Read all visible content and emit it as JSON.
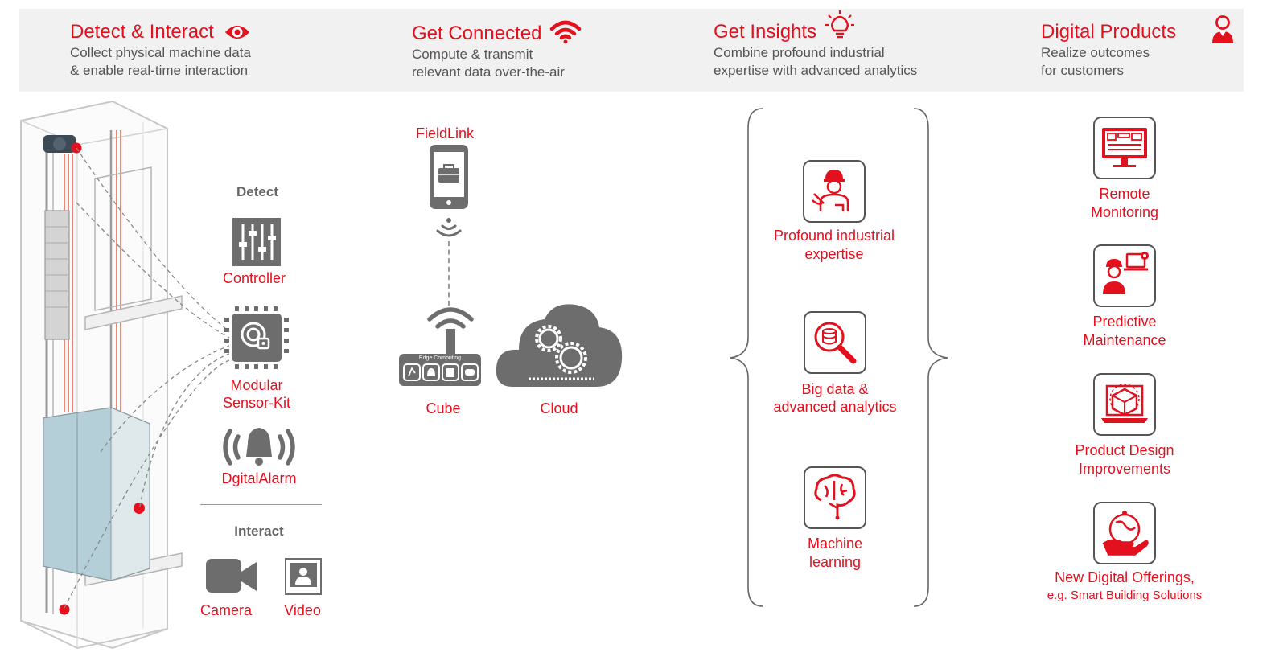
{
  "header": {
    "sections": [
      {
        "title": "Detect & Interact",
        "line1": "Collect physical machine data",
        "line2": "& enable real-time interaction",
        "icon": "eye-icon"
      },
      {
        "title": "Get Connected",
        "line1": "Compute & transmit",
        "line2": "relevant data over-the-air",
        "icon": "wifi-icon"
      },
      {
        "title": "Get Insights",
        "line1": "Combine profound industrial",
        "line2": "expertise with advanced analytics",
        "icon": "lightbulb-icon"
      },
      {
        "title": "Digital Products",
        "line1": "Realize outcomes",
        "line2": "for customers",
        "icon": "person-icon"
      }
    ]
  },
  "detect": {
    "heading": "Detect",
    "controller": "Controller",
    "sensor_kit_line1": "Modular",
    "sensor_kit_line2": "Sensor-Kit",
    "alarm": "DgitalAlarm"
  },
  "interact": {
    "heading": "Interact",
    "camera": "Camera",
    "video": "Video"
  },
  "connect": {
    "fieldlink": "FieldLink",
    "cube": "Cube",
    "cube_device_text": "Edge Computing",
    "cloud": "Cloud"
  },
  "insights": {
    "expertise_line1": "Profound industrial",
    "expertise_line2": "expertise",
    "bigdata_line1": "Big data &",
    "bigdata_line2": "advanced analytics",
    "ml_line1": "Machine",
    "ml_line2": "learning"
  },
  "products": {
    "remote_line1": "Remote",
    "remote_line2": "Monitoring",
    "predictive_line1": "Predictive",
    "predictive_line2": "Maintenance",
    "design_line1": "Product Design",
    "design_line2": "Improvements",
    "offerings_line1": "New Digital Offerings,",
    "offerings_line2": "e.g. Smart Building Solutions"
  },
  "colors": {
    "accent": "#e3101e",
    "icon_grey": "#6d6d6d",
    "header_bg": "#f1f1f1"
  }
}
